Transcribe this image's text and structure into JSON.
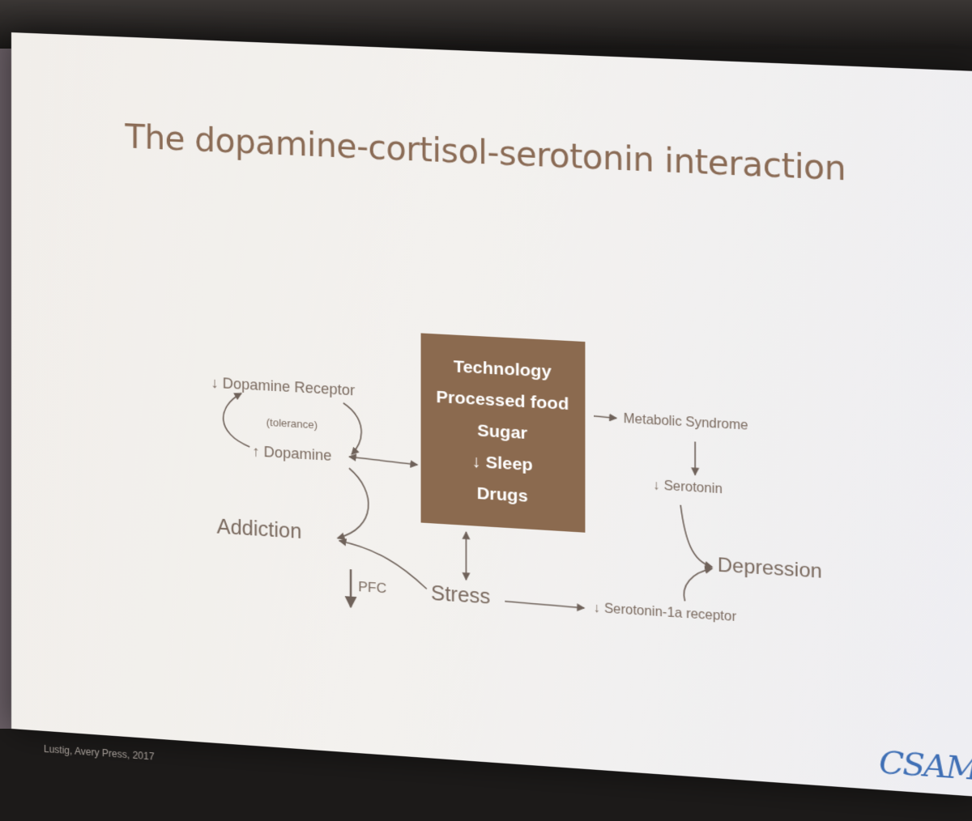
{
  "slide": {
    "title": "The dopamine-cortisol-serotonin interaction",
    "credit": "Lustig, Avery Press, 2017",
    "logo": "CSAM"
  },
  "diagram": {
    "central_box": {
      "color": "#8b6a4f",
      "items": [
        "Technology",
        "Processed food",
        "Sugar",
        "↓ Sleep",
        "Drugs"
      ]
    },
    "labels": {
      "dopamine_receptor": "↓ Dopamine Receptor",
      "tolerance": "(tolerance)",
      "dopamine": "↑ Dopamine",
      "addiction": "Addiction",
      "pfc": "PFC",
      "stress": "Stress",
      "metabolic_syndrome": "Metabolic Syndrome",
      "serotonin": "↓ Serotonin",
      "depression": "Depression",
      "serotonin_1a": "↓ Serotonin-1a receptor"
    }
  },
  "colors": {
    "text": "#7b6b60",
    "title": "#8a6b55",
    "logo": "#3f6fb5"
  }
}
